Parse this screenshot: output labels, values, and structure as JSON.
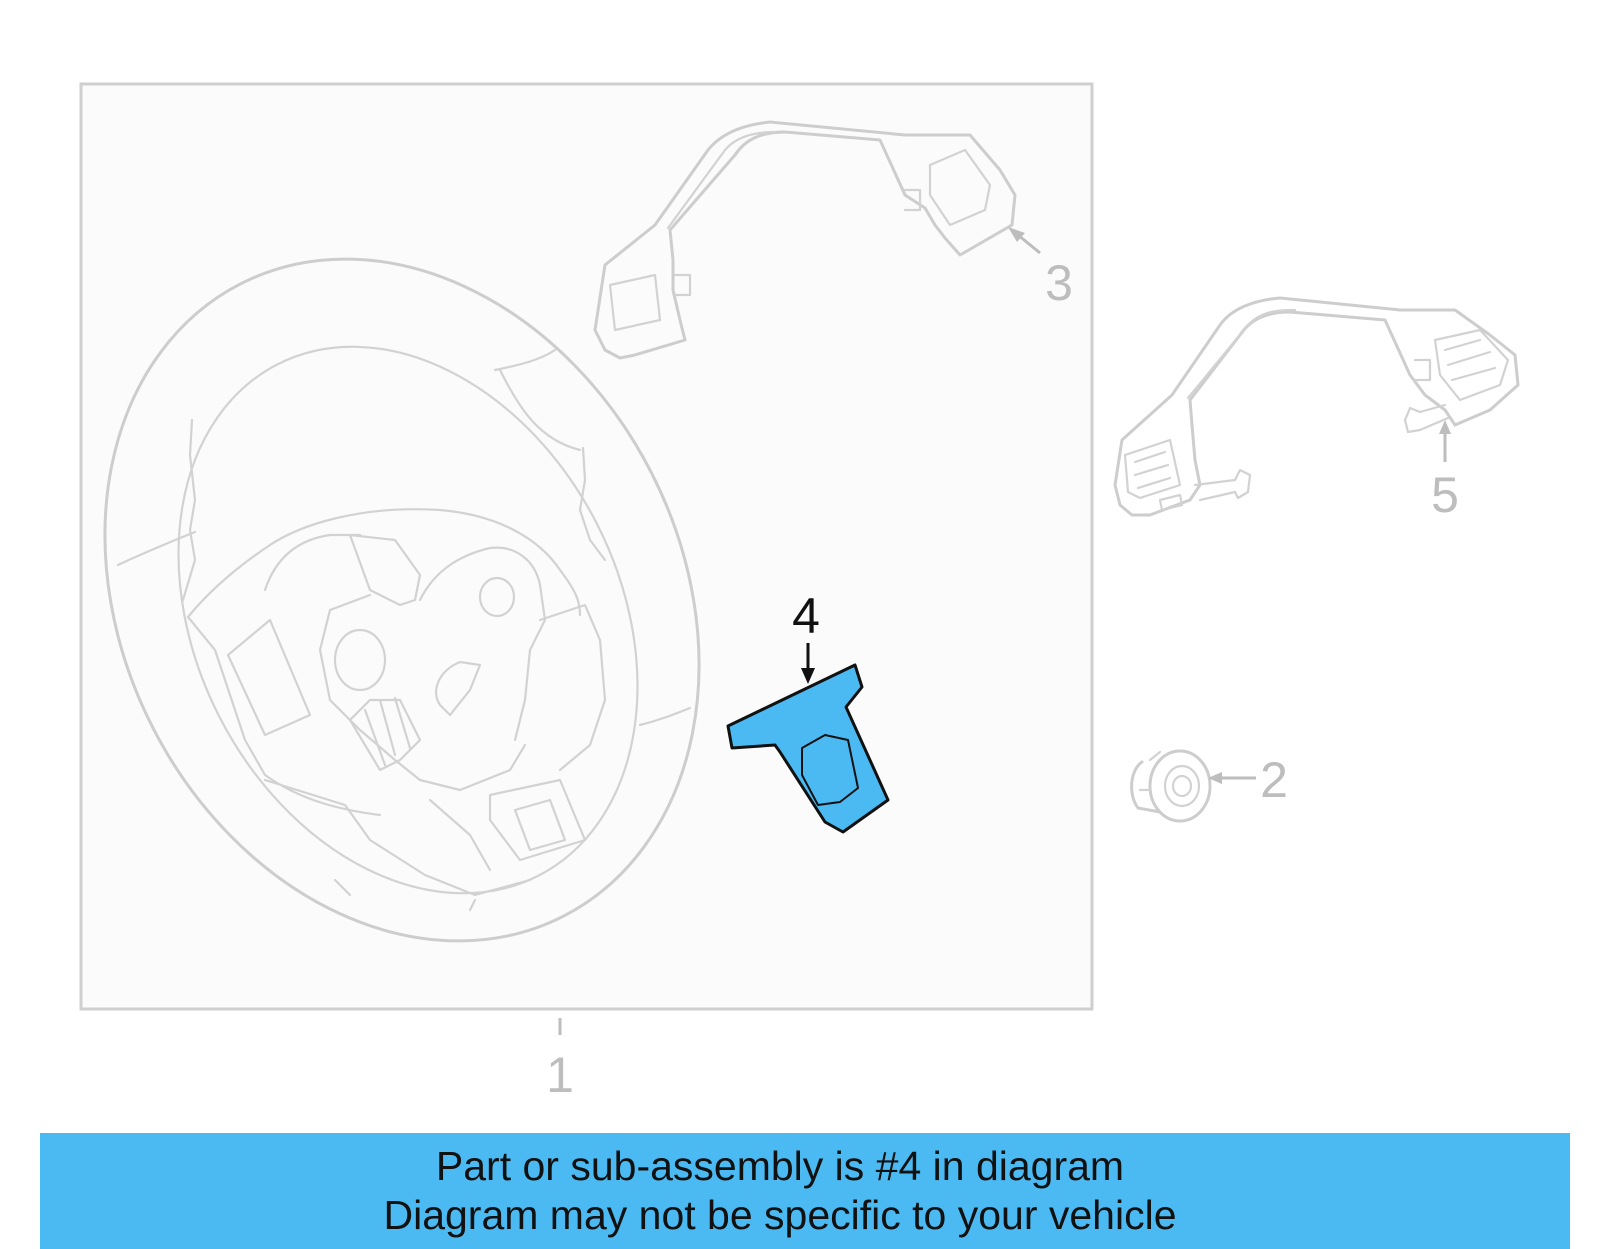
{
  "callouts": {
    "part_1": "1",
    "part_2": "2",
    "part_3": "3",
    "part_4": "4",
    "part_5": "5"
  },
  "highlight": {
    "part": "4",
    "color": "#4cbaf2"
  },
  "banner": {
    "line1": "Part or sub-assembly is #4 in diagram",
    "line2": "Diagram may not be specific to your vehicle"
  }
}
